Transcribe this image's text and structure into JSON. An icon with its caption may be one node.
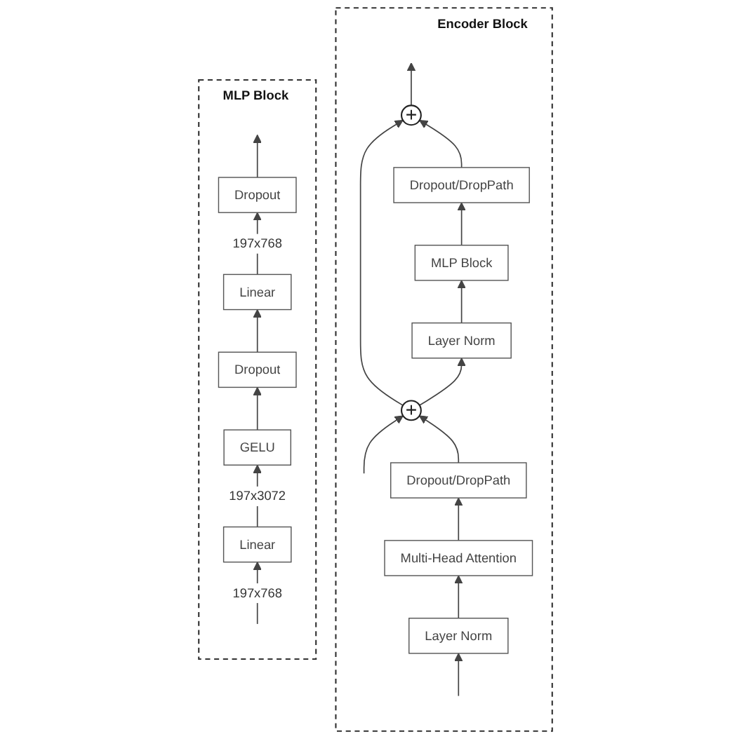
{
  "diagram": {
    "nodes": [
      {
        "text": [
          "Encoder Block"
        ]
      },
      {
        "text": [
          "Layer Norm"
        ],
        "in": 0
      },
      {
        "text": [
          "Multi-Head Attention"
        ],
        "in": 0
      },
      {
        "text": [
          "Dropout/DropPath"
        ],
        "in": 0
      },
      {
        "text": [
          "+"
        ],
        "in": 0
      },
      {
        "text": [
          "Layer Norm"
        ],
        "in": 0
      },
      {
        "text": [
          "MLP Block"
        ],
        "in": 0
      },
      {
        "text": [
          "Dropout/DropPath"
        ],
        "in": 0
      },
      {
        "text": [
          "+"
        ],
        "in": 0
      },
      {
        "text": [
          "MLP Block"
        ]
      },
      {
        "text": [
          "Linear"
        ],
        "in": 9
      },
      {
        "text": [
          "GELU"
        ],
        "in": 9
      },
      {
        "text": [
          "Dropout"
        ],
        "in": 9
      },
      {
        "text": [
          "Linear"
        ],
        "in": 9
      },
      {
        "text": [
          "Dropout"
        ],
        "in": 9
      }
    ],
    "edges": [
      {
        "from": null,
        "to": 1,
        "arrow": "to"
      },
      {
        "from": null,
        "to": 4,
        "arrow": "to"
      },
      {
        "from": 1,
        "to": 2,
        "arrow": "to"
      },
      {
        "from": 2,
        "to": 3,
        "arrow": "to"
      },
      {
        "from": 3,
        "to": 4,
        "arrow": "to"
      },
      {
        "from": 4,
        "to": 5,
        "arrow": "to"
      },
      {
        "from": 4,
        "to": 8,
        "arrow": "to"
      },
      {
        "from": 5,
        "to": 6,
        "arrow": "to"
      },
      {
        "from": 6,
        "to": 7,
        "arrow": "to"
      },
      {
        "from": 7,
        "to": 8,
        "arrow": "to"
      },
      {
        "from": 8,
        "to": null,
        "arrow": "to"
      },
      {
        "from": null,
        "to": 10,
        "arrow": "to",
        "label": "197x768"
      },
      {
        "from": 10,
        "to": 11,
        "arrow": "to",
        "label": "197x3072"
      },
      {
        "from": 11,
        "to": 12,
        "arrow": "to"
      },
      {
        "from": 12,
        "to": 13,
        "arrow": "to"
      },
      {
        "from": 13,
        "to": 14,
        "arrow": "to",
        "label": "197x768"
      },
      {
        "from": 14,
        "to": null,
        "arrow": "to"
      }
    ]
  }
}
